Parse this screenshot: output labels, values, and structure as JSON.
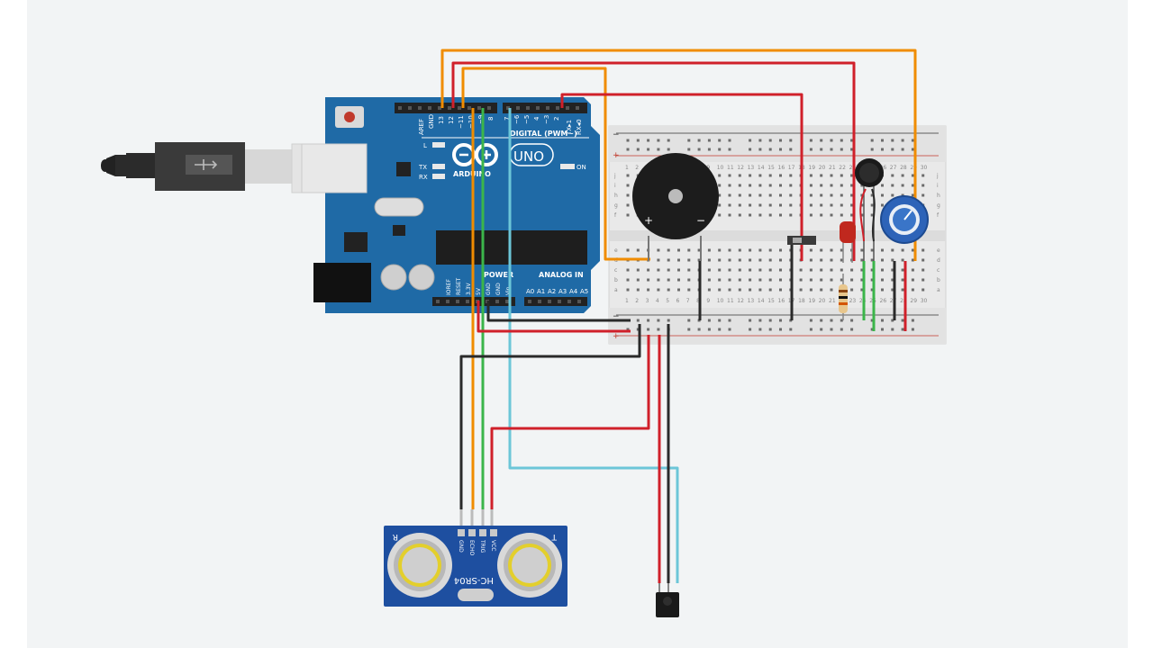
{
  "colors": {
    "canvas": "#f2f4f5",
    "board": "#1f6aa6",
    "board_dark": "#16507f",
    "breadboard": "#ececec",
    "wire_orange": "#f08c00",
    "wire_red": "#d0202a",
    "wire_green": "#3bb54a",
    "wire_black": "#2a2a2a",
    "wire_cyan": "#6cc6d8",
    "sensor": "#1e4fa0"
  },
  "arduino": {
    "aref": "AREF",
    "gnd": "GND",
    "p13": "13",
    "p12": "12",
    "p11": "~11",
    "p10": "~10",
    "p9": "~9",
    "p8": "8",
    "p7": "7",
    "p6": "~6",
    "p5": "~5",
    "p4": "4",
    "p3": "~3",
    "p2": "2",
    "tx1": "TX▸1",
    "rx0": "RX◂0",
    "digital": "DIGITAL (PWM~)",
    "led_l": "L",
    "tx": "TX",
    "rx": "RX",
    "brand": "ARDUINO",
    "model": "UNO",
    "on": "ON",
    "power": "POWER",
    "analog": "ANALOG IN",
    "ioref": "IOREF",
    "reset": "RESET",
    "v33": "3.3V",
    "v5": "5V",
    "gnd1": "GND",
    "gnd2": "GND",
    "vin": "Vin",
    "a0": "A0",
    "a1": "A1",
    "a2": "A2",
    "a3": "A3",
    "a4": "A4",
    "a5": "A5"
  },
  "breadboard": {
    "plus": "+",
    "minus": "−",
    "rows_top": [
      "j",
      "i",
      "h",
      "g",
      "f"
    ],
    "rows_bottom": [
      "e",
      "d",
      "c",
      "b",
      "a"
    ],
    "columns": [
      "1",
      "2",
      "3",
      "4",
      "5",
      "6",
      "7",
      "8",
      "9",
      "10",
      "11",
      "12",
      "13",
      "14",
      "15",
      "16",
      "17",
      "18",
      "19",
      "20",
      "21",
      "22",
      "23",
      "24",
      "25",
      "26",
      "27",
      "28",
      "29",
      "30"
    ]
  },
  "buzzer": {
    "plus": "+",
    "minus": "−"
  },
  "sensor": {
    "model": "HC-SR04",
    "gnd": "GND",
    "echo": "ECHO",
    "trig": "TRIG",
    "vcc": "VCC",
    "left": "R",
    "right": "T"
  }
}
